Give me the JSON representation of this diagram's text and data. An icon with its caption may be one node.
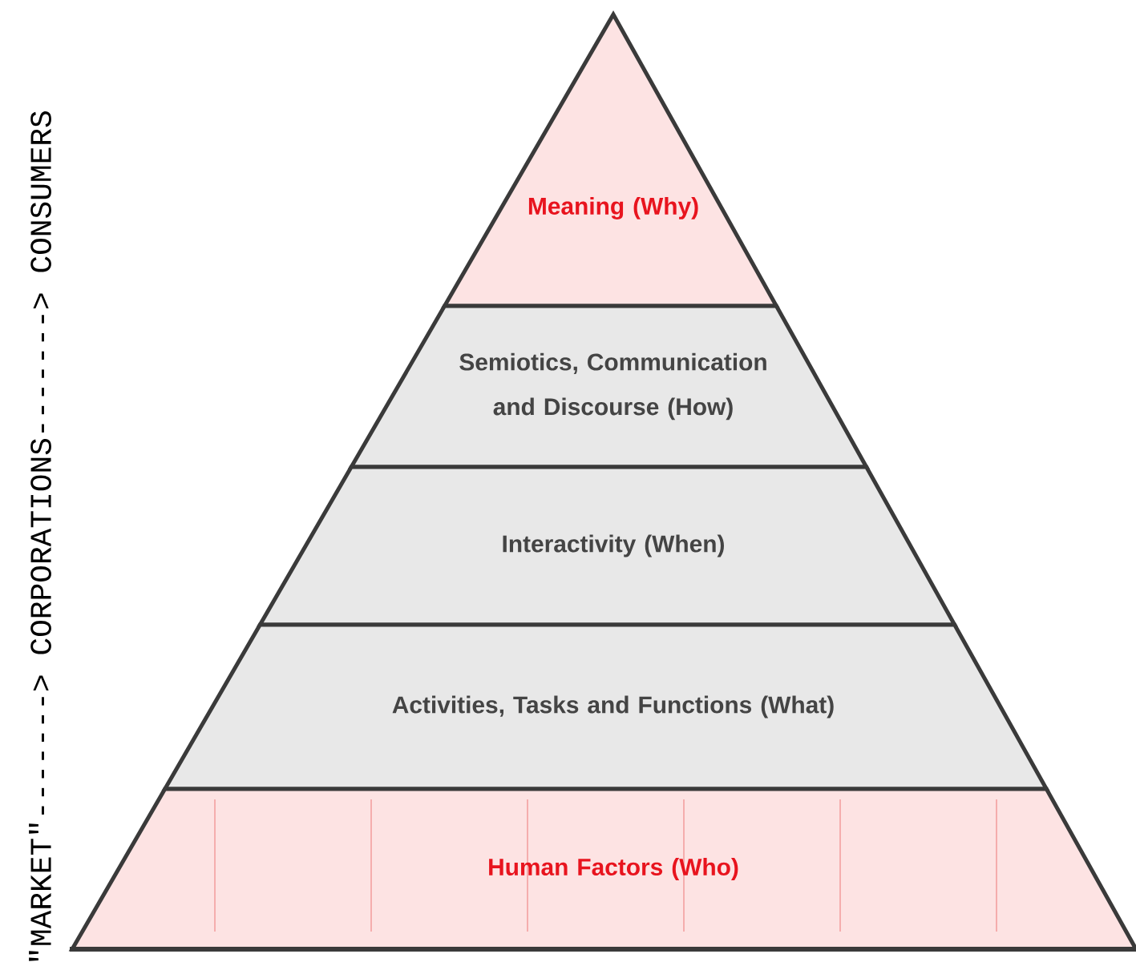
{
  "diagram": {
    "nodes": [
      {
        "text": [
          "Meaning (Why)"
        ]
      },
      {
        "text": [
          "Semiotics, Communication and Discourse (How)"
        ]
      },
      {
        "text": [
          "Interactivity (When)"
        ]
      },
      {
        "text": [
          "Activities, Tasks and Functions (What)"
        ]
      },
      {
        "text": [
          "Human Factors (Who)"
        ]
      }
    ],
    "labels": [
      "\"MARKET\"-------> CORPORATIONS-------> CONSUMERS"
    ]
  }
}
